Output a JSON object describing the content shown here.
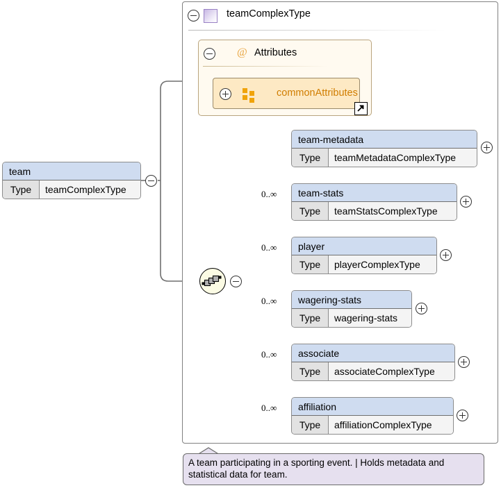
{
  "diagram": {
    "kind": "xml-schema-diagram",
    "root_element": {
      "name": "team",
      "type_label": "Type",
      "type_value": "teamComplexType",
      "collapse_icon": "minus-circle-icon"
    },
    "complex_type": {
      "title": "teamComplexType",
      "icon": "complextype-square-icon",
      "collapse_icon": "minus-circle-icon"
    },
    "attributes_group": {
      "label": "Attributes",
      "at_symbol": "@",
      "collapse_icon": "minus-circle-icon",
      "ref": {
        "name": "commonAttributes",
        "expand_icon": "plus-circle-icon",
        "group_icon": "attribute-group-squares-icon",
        "link_icon": "external-link-arrow-icon"
      }
    },
    "compositor": {
      "kind": "sequence",
      "icon": "sequence-icon",
      "collapse_icon": "minus-circle-icon"
    },
    "elements": [
      {
        "name": "team-metadata",
        "type_label": "Type",
        "type_value": "teamMetadataComplexType",
        "cardinality": "",
        "expand_icon": "plus-circle-icon"
      },
      {
        "name": "team-stats",
        "type_label": "Type",
        "type_value": "teamStatsComplexType",
        "cardinality": "0..∞",
        "expand_icon": "plus-circle-icon"
      },
      {
        "name": "player",
        "type_label": "Type",
        "type_value": "playerComplexType",
        "cardinality": "0..∞",
        "expand_icon": "plus-circle-icon"
      },
      {
        "name": "wagering-stats",
        "type_label": "Type",
        "type_value": "wagering-stats",
        "cardinality": "0..∞",
        "expand_icon": "plus-circle-icon"
      },
      {
        "name": "associate",
        "type_label": "Type",
        "type_value": "associateComplexType",
        "cardinality": "0..∞",
        "expand_icon": "plus-circle-icon"
      },
      {
        "name": "affiliation",
        "type_label": "Type",
        "type_value": "affiliationComplexType",
        "cardinality": "0..∞",
        "expand_icon": "plus-circle-icon"
      }
    ],
    "annotation": {
      "text": "A team participating in a sporting event. | Holds metadata and statistical data for team."
    },
    "colors": {
      "element_header": "#cfdcf0",
      "attribute_orange": "#d07d00",
      "attribute_fill": "#fde9c4",
      "attribute_group_fill": "#fffaf0",
      "annotation_fill": "#e6e0ef",
      "complextype_purple": "#9880c4",
      "connector": "#6f6f6f"
    }
  }
}
